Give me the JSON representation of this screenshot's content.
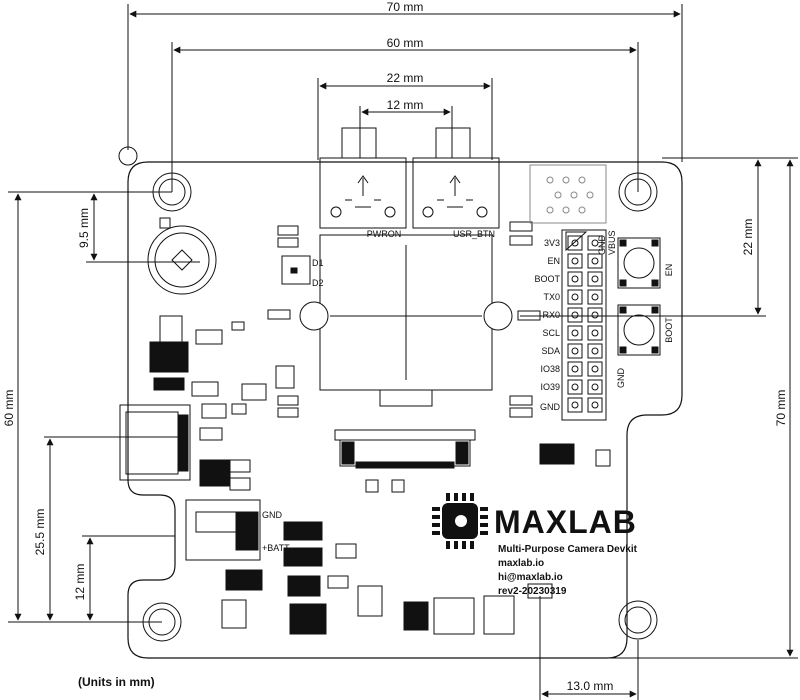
{
  "dimensions": {
    "top_total": "70 mm",
    "top_holes": "60 mm",
    "top_buttons": "22 mm",
    "top_button_gap": "12 mm",
    "left_height": "60 mm",
    "left_hole_offset": "9.5 mm",
    "left_usb_offset": "25.5 mm",
    "left_bottom_offset": "12 mm",
    "right_height": "70 mm",
    "right_header": "22 mm",
    "bottom_offset": "13.0 mm"
  },
  "labels": {
    "pwron": "PWRON",
    "usr_btn": "USR_BTN",
    "header_left": [
      "3V3",
      "EN",
      "BOOT",
      "TX0",
      "RX0",
      "SCL",
      "SDA",
      "IO38",
      "IO39",
      "GND"
    ],
    "header_top_gnd": "GND",
    "header_top_vbus": "VBUS",
    "en_button": "EN",
    "boot_button": "BOOT",
    "gnd_side": "GND",
    "d1": "D1",
    "d2": "D2",
    "gnd_pad": "GND",
    "batt_pad": "+BATT"
  },
  "brand": {
    "name": "MAXLAB",
    "line1": "Multi-Purpose Camera Devkit",
    "line2": "maxlab.io",
    "line3": "hi@maxlab.io",
    "line4": "rev2-20230319"
  },
  "units_note": "(Units in mm)",
  "colors": {
    "line": "#111111",
    "board_fill": "#ffffff",
    "chip": "#111111"
  }
}
